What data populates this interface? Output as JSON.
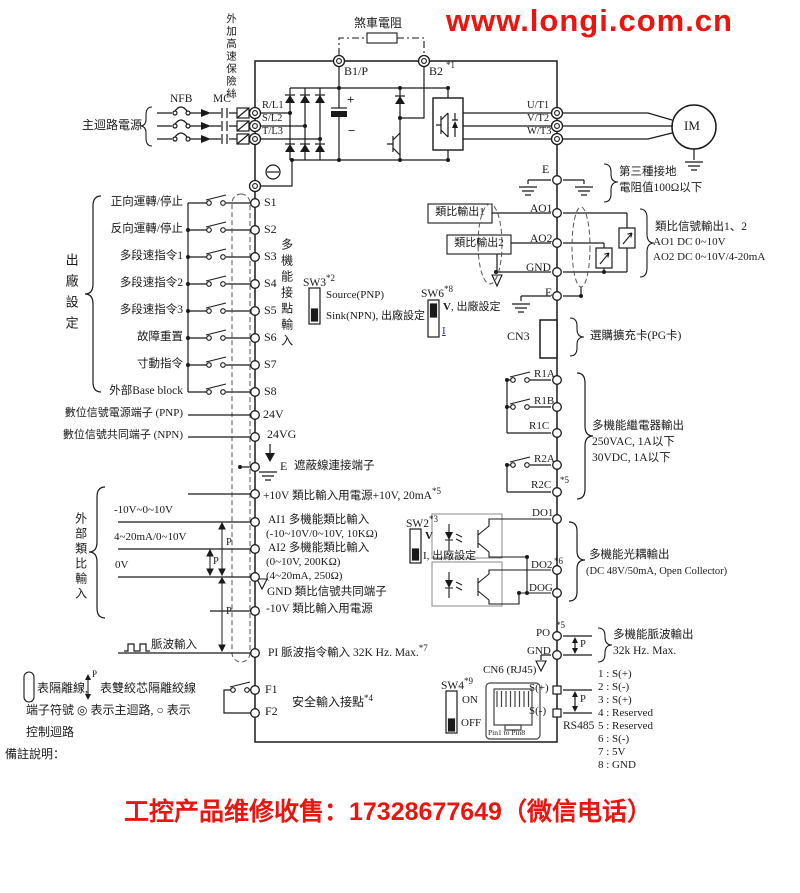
{
  "header": {
    "url": "www.longi.com.cn"
  },
  "power": {
    "source_label": "主迴路電源",
    "nfb": "NFB",
    "mc": "MC",
    "fuse_note": "外加高速保險絲",
    "r": "R/L1",
    "s": "S/L2",
    "t": "T/L3",
    "brake_resistor": "煞車電阻",
    "b1": "B1/P",
    "b2": "B2",
    "b2_sup": "*1",
    "plus": "+",
    "minus": "−",
    "u": "U/T1",
    "v": "V/T2",
    "w": "W/T3",
    "motor": "IM",
    "e": "E",
    "ground_note1": "第三種接地",
    "ground_note2": "電阻值100Ω以下"
  },
  "digital": {
    "group": "出廠設定",
    "bus_note": "多機能接點輸入",
    "rows": [
      {
        "fn": "正向運轉/停止",
        "t": "S1"
      },
      {
        "fn": "反向運轉/停止",
        "t": "S2"
      },
      {
        "fn": "多段速指令1",
        "t": "S3"
      },
      {
        "fn": "多段速指令2",
        "t": "S4"
      },
      {
        "fn": "多段速指令3",
        "t": "S5"
      },
      {
        "fn": "故障重置",
        "t": "S6"
      },
      {
        "fn": "寸動指令",
        "t": "S7"
      },
      {
        "fn": "外部Base block",
        "t": "S8"
      }
    ]
  },
  "sw3": {
    "name": "SW3",
    "sup": "*2",
    "opt1": "Source(PNP)",
    "opt2": "Sink(NPN), 出廠設定"
  },
  "sw6": {
    "name": "SW6",
    "sup": "*8",
    "v": "V",
    "v_rest": ", 出廠設定",
    "i": "I"
  },
  "sw2": {
    "name": "SW2",
    "sup": "*3",
    "v": "V",
    "i": "I, 出廠設定"
  },
  "sw4": {
    "name": "SW4",
    "sup": "*9",
    "on": "ON",
    "off": "OFF"
  },
  "supply": {
    "p24": "24V",
    "p24_label": "數位信號電源端子 (PNP)",
    "g24": "24VG",
    "g24_label": "數位信號共同端子 (NPN)",
    "shield_e": "E",
    "shield_label": "遮蔽線連接端子",
    "p10": "+10V",
    "p10_label": "類比輸入用電源+10V, 20mA",
    "p10_sup": "*5"
  },
  "analog_in": {
    "group": "外部類比輸入",
    "sig1": "-10V~0~10V",
    "sig2": "4~20mA/0~10V",
    "sig3": "0V",
    "pulse": "脈波輸入",
    "ai1": "AI1  多機能類比輸入",
    "ai1_spec": "(-10~10V/0~10V, 10KΩ)",
    "ai2": "AI2  多機能類比輸入",
    "ai2_spec1": "(0~10V, 200KΩ)",
    "ai2_spec2": "(4~20mA, 250Ω)",
    "gnd": "GND 類比信號共同端子",
    "m10": "-10V 類比輸入用電源",
    "pi": "PI   脈波指令輸入 32K Hz. Max.",
    "pi_sup": "*7",
    "p": "P"
  },
  "safety": {
    "f1": "F1",
    "f2": "F2",
    "label": "安全輸入接點",
    "sup": "*4"
  },
  "analog_out": {
    "box1": "類比輸出1",
    "box2": "類比輸出2",
    "ao1": "AO1",
    "ao2": "AO2",
    "gnd": "GND",
    "e": "E",
    "note1": "類比信號輸出1、2",
    "note2": "AO1 DC 0~10V",
    "note3": "AO2 DC 0~10V/4-20mA"
  },
  "cn3": {
    "name": "CN3",
    "note": "選購擴充卡(PG卡)"
  },
  "relay": {
    "r1a": "R1A",
    "r1b": "R1B",
    "r1c": "R1C",
    "r2a": "R2A",
    "r2c": "R2C",
    "sup": "*5",
    "note1": "多機能繼電器輸出",
    "note2": "250VAC, 1A以下",
    "note3": "30VDC, 1A以下"
  },
  "opto": {
    "do1": "DO1",
    "do2": "DO2",
    "do2_sup": "*6",
    "dog": "DOG",
    "note1": "多機能光耦輸出",
    "note2": "(DC 48V/50mA, Open Collector)"
  },
  "pulse_out": {
    "po": "PO",
    "sup": "*5",
    "gnd": "GND",
    "note1": "多機能脈波輸出",
    "note2": "32k Hz. Max.",
    "p": "P"
  },
  "comm": {
    "cn6": "CN6 (RJ45)",
    "pin_note": "Pin1 to Pin8",
    "sp": "S(+)",
    "sn": "S(-)",
    "rs485": "RS485",
    "pins": [
      "1 : S(+)",
      "2 : S(-)",
      "3 : S(+)",
      "4 : Reserved",
      "5 : Reserved",
      "6 : S(-)",
      "7 : 5V",
      "8 : GND"
    ]
  },
  "legend": {
    "l1a": "表隔離線,",
    "p": "P",
    "l1b": "表雙絞芯隔離絞線",
    "l2": "端子符號 ◎ 表示主迴路, ○ 表示",
    "l3": "控制迴路",
    "note": "備註說明："
  },
  "footer": {
    "service": "工控产品维修收售：17328677649（微信电话）"
  }
}
